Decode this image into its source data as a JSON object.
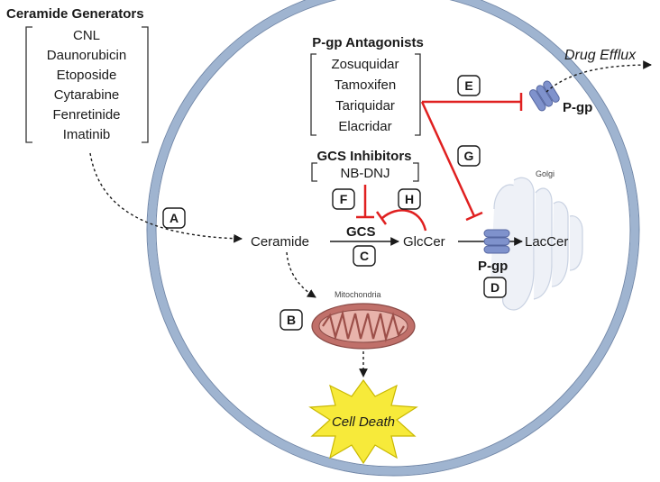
{
  "generators": {
    "title": "Ceramide Generators",
    "items": [
      "CNL",
      "Daunorubicin",
      "Etoposide",
      "Cytarabine",
      "Fenretinide",
      "Imatinib"
    ]
  },
  "antagonists": {
    "title": "P-gp Antagonists",
    "items": [
      "Zosuquidar",
      "Tamoxifen",
      "Tariquidar",
      "Elacridar"
    ]
  },
  "inhibitors": {
    "title": "GCS Inhibitors",
    "item": "NB-DNJ"
  },
  "nodes": {
    "ceramide": "Ceramide",
    "gcs": "GCS",
    "glccer": "GlcCer",
    "laccer": "LacCer",
    "pgp_golgi": "P-gp",
    "pgp_membrane": "P-gp",
    "golgi": "Golgi",
    "mitochondria": "Mitochondria",
    "cell_death": "Cell Death",
    "drug_efflux": "Drug Efflux"
  },
  "letters": {
    "a": "A",
    "b": "B",
    "c": "C",
    "d": "D",
    "e": "E",
    "f": "F",
    "g": "G",
    "h": "H"
  },
  "colors": {
    "membrane": "#9fb4d0",
    "inhibition": "#e02020",
    "pgp": "#7f92cc",
    "mito_fill": "#c0706a",
    "starburst": "#f7ea3a"
  }
}
